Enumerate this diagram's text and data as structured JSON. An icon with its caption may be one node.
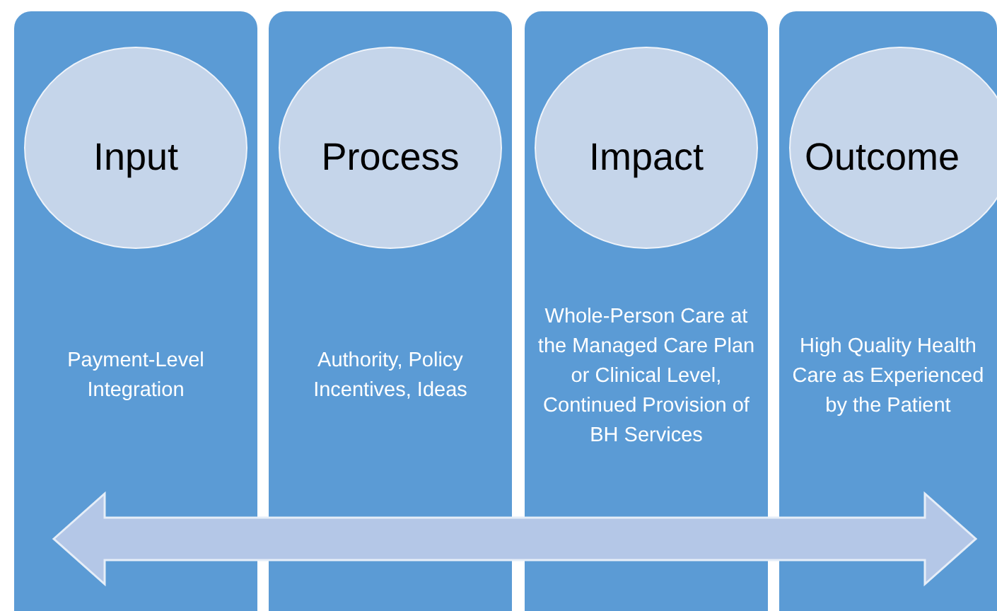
{
  "diagram": {
    "nodes": [
      {
        "text": [
          "Payment-Level Integration"
        ]
      },
      {
        "text": [
          "Input"
        ],
        "in": 0
      },
      {
        "text": [
          "Authority, Policy Incentives, Ideas"
        ]
      },
      {
        "text": [
          "Process"
        ],
        "in": 2
      },
      {
        "text": [
          "Whole-Person Care at the Managed Care Plan or Clinical Level, Continued Provision of BH Services"
        ]
      },
      {
        "text": [
          "Impact"
        ],
        "in": 4
      },
      {
        "text": [
          "High Quality Health Care as Experienced by the Patient"
        ]
      },
      {
        "text": [
          "Outcome"
        ],
        "in": 6
      }
    ]
  }
}
